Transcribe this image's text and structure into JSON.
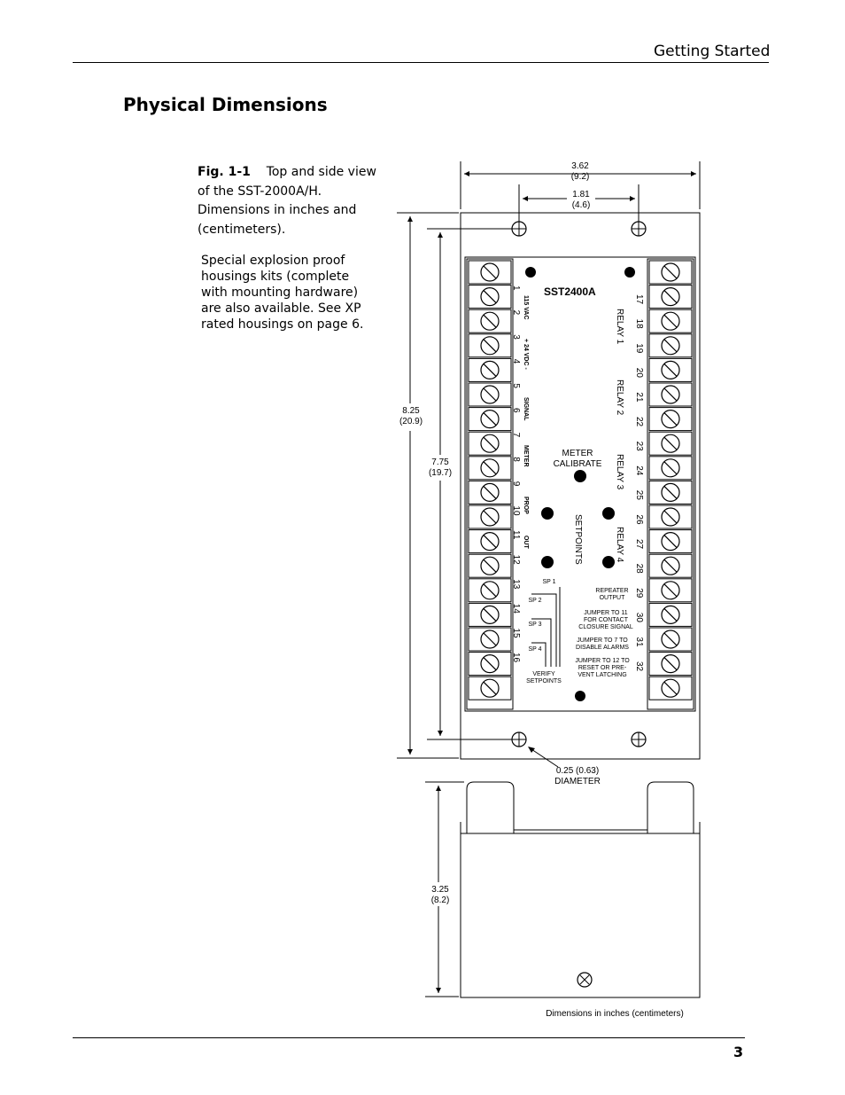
{
  "header": {
    "running_title": "Getting Started"
  },
  "section": {
    "title": "Physical Dimensions"
  },
  "figure": {
    "label": "Fig. 1-1",
    "caption": "Top and side view of the SST-2000A/H. Dimensions in inches and (centimeters).",
    "note": "Special explosion proof housings kits (complete with mounting hardware) are also available. See XP rated housings on page 6."
  },
  "drawing": {
    "model": "SST2400A",
    "dim_width_outer": "3.62",
    "dim_width_outer_cm": "(9.2)",
    "dim_width_inner": "1.81",
    "dim_width_inner_cm": "(4.6)",
    "dim_height_outer": "8.25",
    "dim_height_outer_cm": "(20.9)",
    "dim_height_inner": "7.75",
    "dim_height_inner_cm": "(19.7)",
    "dim_hole": "0.25 (0.63)",
    "dim_hole_label": "DIAMETER",
    "dim_depth": "3.25",
    "dim_depth_cm": "(8.2)",
    "units_note": "Dimensions in inches (centimeters)",
    "labels": {
      "meter_calibrate_1": "METER",
      "meter_calibrate_2": "CALIBRATE",
      "setpoints": "SETPOINTS",
      "relay1": "RELAY 1",
      "relay2": "RELAY 2",
      "relay3": "RELAY 3",
      "relay4": "RELAY 4",
      "repeater_1": "REPEATER",
      "repeater_2": "OUTPUT",
      "jumper11_1": "JUMPER TO 11",
      "jumper11_2": "FOR CONTACT",
      "jumper11_3": "CLOSURE SIGNAL",
      "jumper7_1": "JUMPER TO 7 TO",
      "jumper7_2": "DISABLE ALARMS",
      "jumper12_1": "JUMPER TO 12 TO",
      "jumper12_2": "RESET OR PRE-",
      "jumper12_3": "VENT LATCHING",
      "sp1": "SP 1",
      "sp2": "SP 2",
      "sp3": "SP 3",
      "sp4": "SP 4",
      "verify_1": "VERIFY",
      "verify_2": "SETPOINTS",
      "left_vac": "115 VAC",
      "left_vdc": "+ 24 VDC -",
      "left_signal": "SIGNAL",
      "left_meter": "METER",
      "left_prop": "PROP",
      "left_out": "OUT"
    },
    "terminals_right": [
      "17",
      "18",
      "19",
      "20",
      "21",
      "22",
      "23",
      "24",
      "25",
      "26",
      "27",
      "28",
      "29",
      "30",
      "31",
      "32"
    ],
    "terminals_left": [
      "1",
      "2",
      "3",
      "4",
      "5",
      "6",
      "7",
      "8",
      "9",
      "10",
      "11",
      "12",
      "13",
      "14",
      "15",
      "16"
    ]
  },
  "footer": {
    "page_number": "3"
  }
}
